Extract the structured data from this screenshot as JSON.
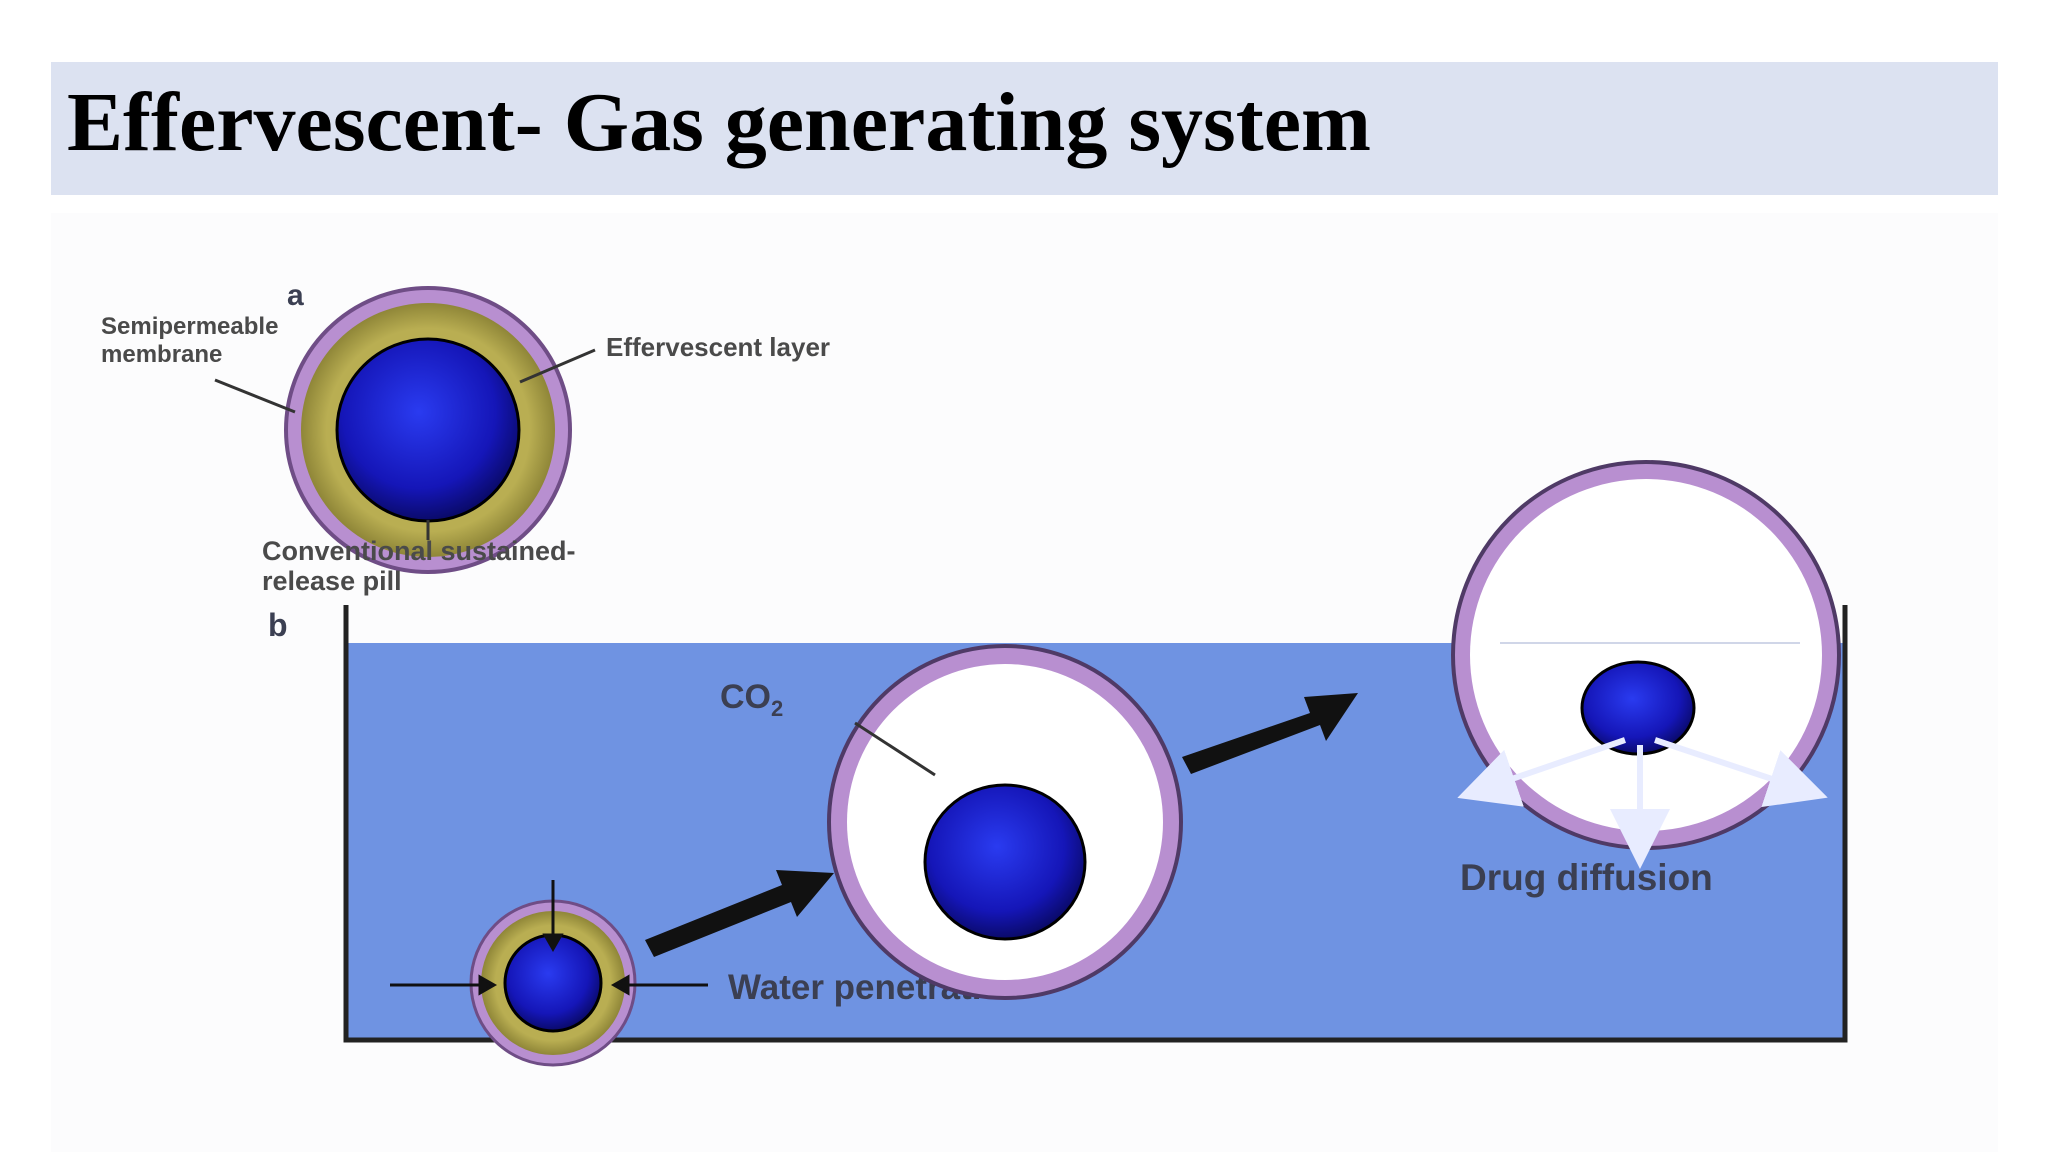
{
  "slide": {
    "title": "Effervescent- Gas generating system"
  },
  "diagram": {
    "panel_a_letter": "a",
    "panel_b_letter": "b",
    "labels": {
      "semipermeable_line1": "Semipermeable",
      "semipermeable_line2": "membrane",
      "effervescent_layer": "Effervescent layer",
      "pill_line1": "Conventional sustained-",
      "pill_line2": "release pill",
      "co2": "CO",
      "co2_sub": "2",
      "water_penetration": "Water penetration",
      "drug_diffusion": "Drug diffusion"
    },
    "colors": {
      "title_bg": "#dce2f1",
      "water": "#6f93e2",
      "membrane": "#c7a6dd",
      "effervescent": "#b7ab4c",
      "drug_core": "#1a20c8",
      "arrow": "#111111"
    }
  }
}
